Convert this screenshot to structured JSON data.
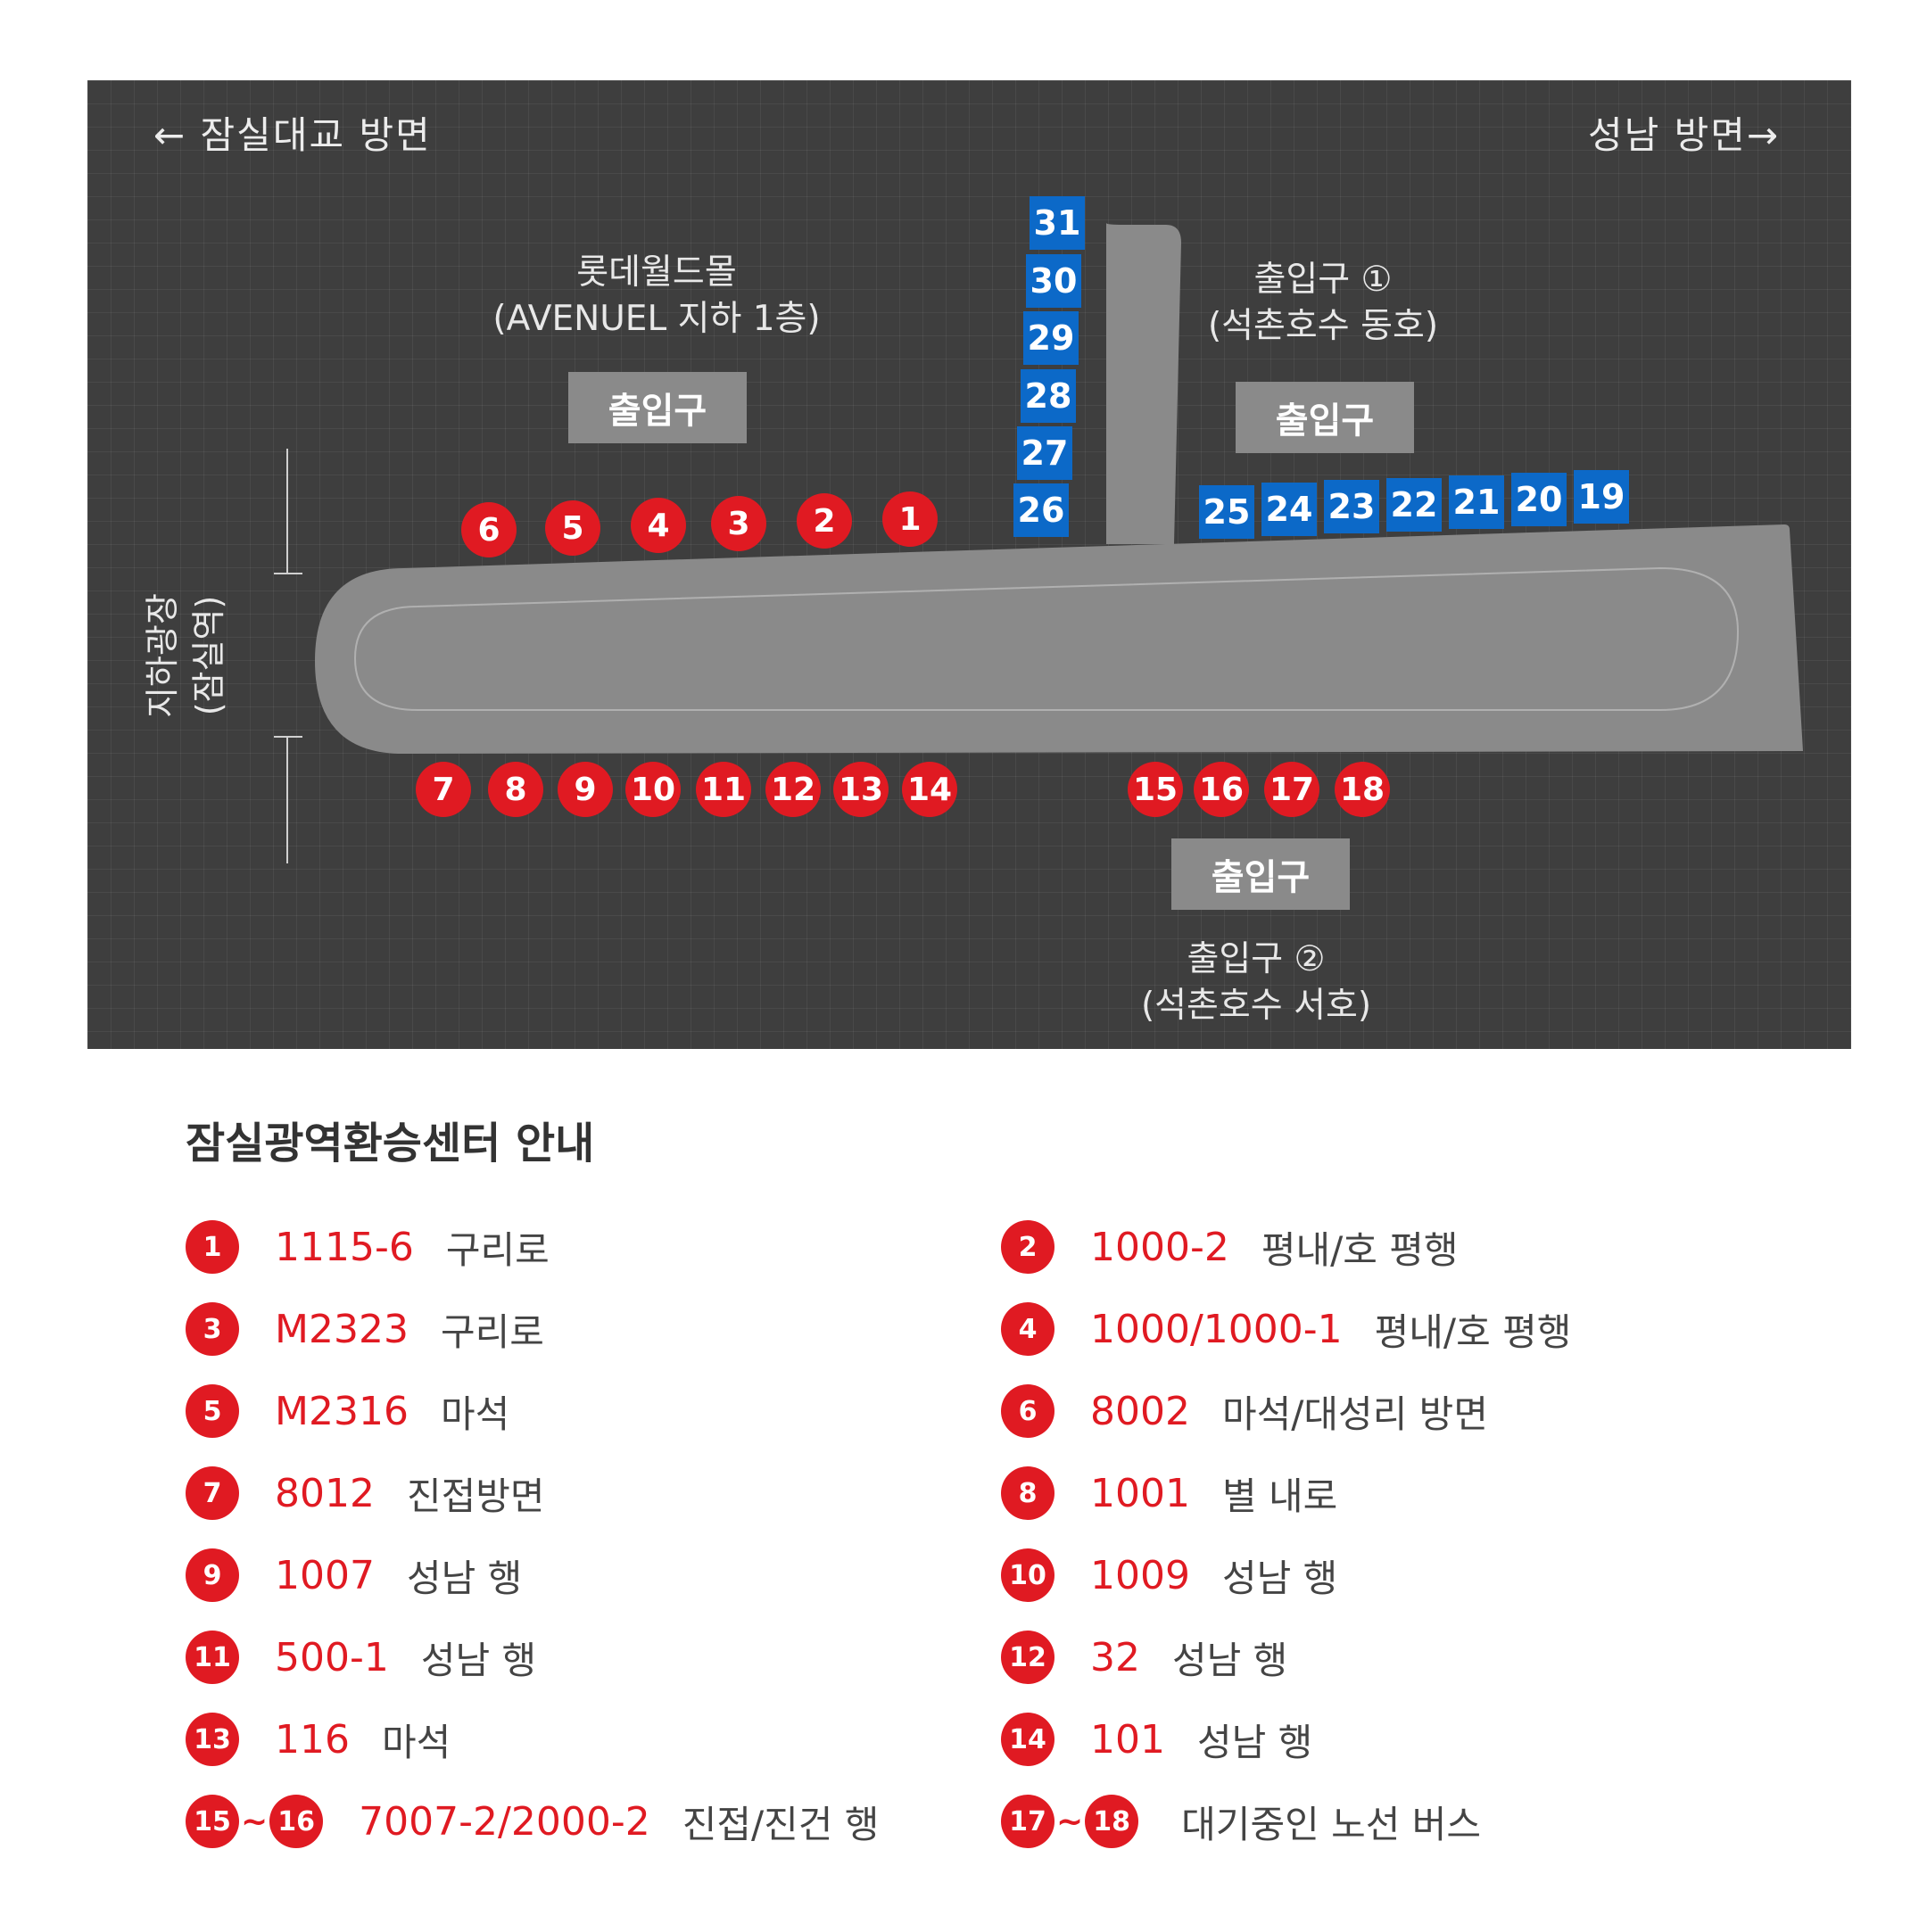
{
  "directions": {
    "left": "← 잠실대교 방면",
    "right": "성남 방면→"
  },
  "labels": {
    "lotte_name": "롯데월드몰",
    "lotte_sub": "(AVENUEL 지하 1층)",
    "exit1_name": "출입구 ①",
    "exit1_sub": "(석촌호수 동호)",
    "exit2_name": "출입구 ②",
    "exit2_sub": "(석촌호수 서호)",
    "plaza_name": "지하광장",
    "plaza_sub": "(잠실역)"
  },
  "gates": {
    "lotte": "출입구",
    "exit1": "출입구",
    "exit2": "출입구"
  },
  "colors": {
    "red": "#e01a22",
    "blue": "#0c69c8",
    "grey": "#8a8a8a",
    "background": "#3e3e3e"
  },
  "red_stops_top": [
    "6",
    "5",
    "4",
    "3",
    "2",
    "1"
  ],
  "red_stops_bottom_left": [
    "7",
    "8",
    "9",
    "10",
    "11",
    "12",
    "13",
    "14"
  ],
  "red_stops_bottom_right": [
    "15",
    "16",
    "17",
    "18"
  ],
  "blue_stops_vertical": [
    "31",
    "30",
    "29",
    "28",
    "27",
    "26"
  ],
  "blue_stops_horizontal": [
    "25",
    "24",
    "23",
    "22",
    "21",
    "20",
    "19"
  ],
  "legend": {
    "title": "잠실광역환승센터 안내",
    "left": [
      {
        "nums": [
          "1"
        ],
        "route": "1115-6",
        "desc": "구리로"
      },
      {
        "nums": [
          "3"
        ],
        "route": "M2323",
        "desc": "구리로"
      },
      {
        "nums": [
          "5"
        ],
        "route": "M2316",
        "desc": "마석"
      },
      {
        "nums": [
          "7"
        ],
        "route": "8012",
        "desc": "진접방면"
      },
      {
        "nums": [
          "9"
        ],
        "route": "1007",
        "desc": "성남 행"
      },
      {
        "nums": [
          "11"
        ],
        "route": "500-1",
        "desc": "성남 행"
      },
      {
        "nums": [
          "13"
        ],
        "route": "116",
        "desc": "마석"
      },
      {
        "nums": [
          "15",
          "16"
        ],
        "route": "7007-2/2000-2",
        "desc": "진접/진건 행"
      }
    ],
    "right": [
      {
        "nums": [
          "2"
        ],
        "route": "1000-2",
        "desc": "평내/호 평행"
      },
      {
        "nums": [
          "4"
        ],
        "route": "1000/1000-1",
        "desc": "평내/호 평행"
      },
      {
        "nums": [
          "6"
        ],
        "route": "8002",
        "desc": "마석/대성리 방면"
      },
      {
        "nums": [
          "8"
        ],
        "route": "1001",
        "desc": "별 내로"
      },
      {
        "nums": [
          "10"
        ],
        "route": "1009",
        "desc": "성남 행"
      },
      {
        "nums": [
          "12"
        ],
        "route": "32",
        "desc": "성남 행"
      },
      {
        "nums": [
          "14"
        ],
        "route": "101",
        "desc": "성남 행"
      },
      {
        "nums": [
          "17",
          "18"
        ],
        "route": "",
        "desc": "대기중인 노선 버스"
      }
    ]
  }
}
